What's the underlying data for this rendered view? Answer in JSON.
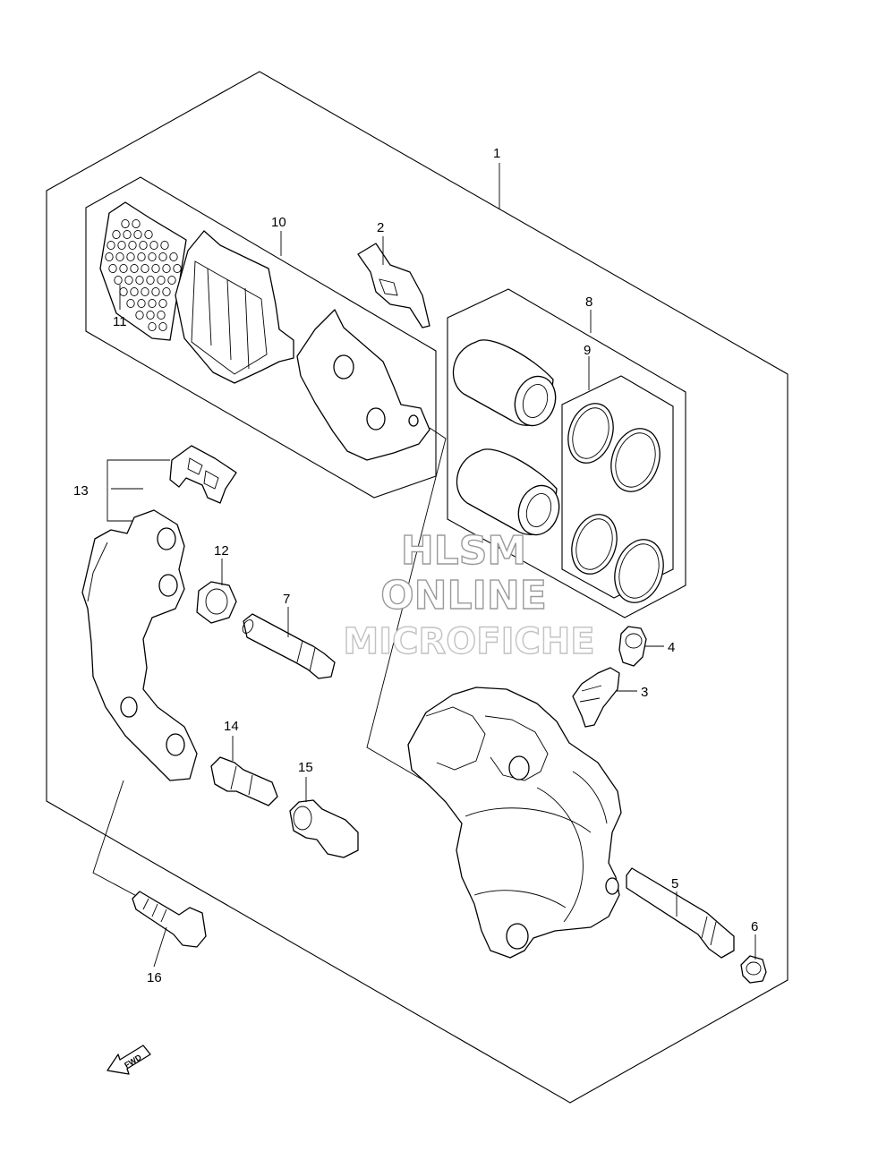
{
  "callouts": [
    {
      "id": "1",
      "label": "1"
    },
    {
      "id": "2",
      "label": "2"
    },
    {
      "id": "3",
      "label": "3"
    },
    {
      "id": "4",
      "label": "4"
    },
    {
      "id": "5",
      "label": "5"
    },
    {
      "id": "6",
      "label": "6"
    },
    {
      "id": "7",
      "label": "7"
    },
    {
      "id": "8",
      "label": "8"
    },
    {
      "id": "9",
      "label": "9"
    },
    {
      "id": "10",
      "label": "10"
    },
    {
      "id": "11",
      "label": "11"
    },
    {
      "id": "12",
      "label": "12"
    },
    {
      "id": "13",
      "label": "13"
    },
    {
      "id": "14",
      "label": "14"
    },
    {
      "id": "15",
      "label": "15"
    },
    {
      "id": "16",
      "label": "16"
    }
  ],
  "watermark": {
    "line1": "HLSM",
    "line2": "ONLINE",
    "line3": "MICROFICHE"
  },
  "fwd_label": "FWD",
  "colors": {
    "line": "#000000",
    "watermark_outline": "#9a9a9a",
    "background": "#ffffff"
  }
}
